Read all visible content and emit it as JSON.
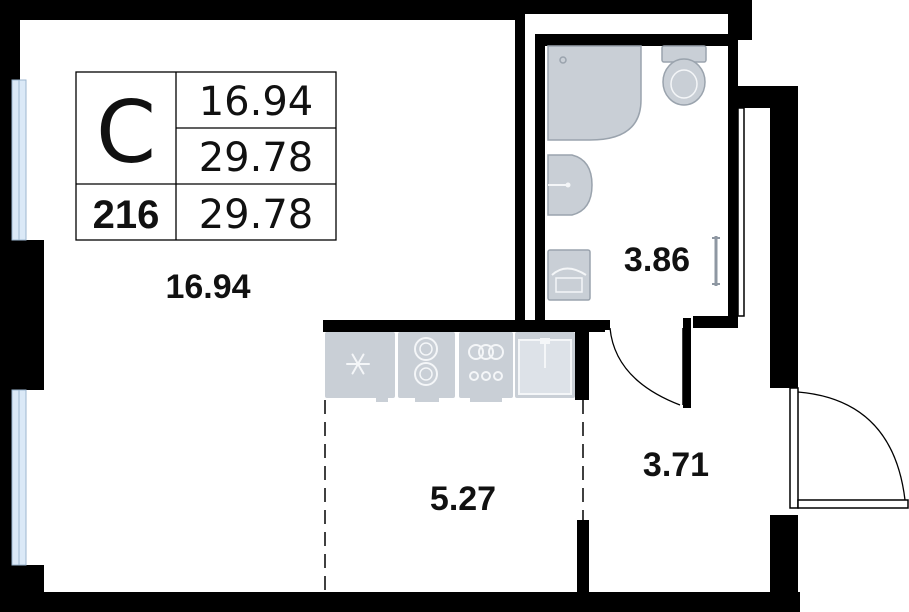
{
  "plan": {
    "unit_letter": "C",
    "unit_number": "216",
    "area_living": "16.94",
    "area_total_1": "29.78",
    "area_total_2": "29.78"
  },
  "rooms": [
    {
      "id": "living",
      "area": "16.94"
    },
    {
      "id": "bathroom",
      "area": "3.86"
    },
    {
      "id": "kitchen",
      "area": "5.27"
    },
    {
      "id": "hallway",
      "area": "3.71"
    }
  ],
  "colors": {
    "walls": "#000000",
    "fixtures": "#c9cfd6",
    "windows": "#dbe9f7",
    "background": "#ffffff"
  },
  "icons": [
    "snowflake-icon",
    "stove-icon",
    "sink-icon",
    "toilet-icon",
    "shower-icon",
    "washbasin-icon",
    "washing-machine-icon",
    "towel-rail-icon"
  ]
}
